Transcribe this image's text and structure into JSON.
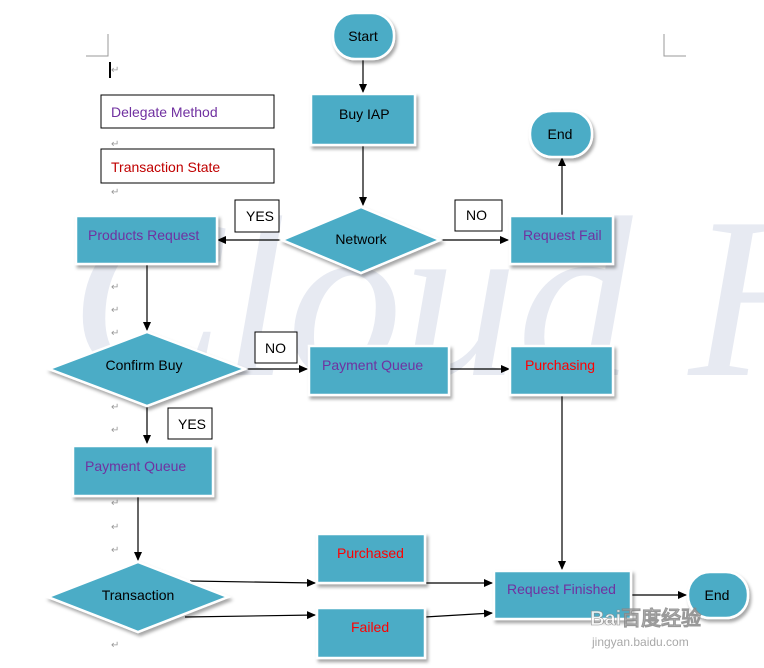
{
  "legend": {
    "delegate_method": "Delegate Method",
    "transaction_state": "Transaction State"
  },
  "nodes": {
    "start": "Start",
    "buy_iap": "Buy IAP",
    "end_top": "End",
    "network": "Network",
    "products_request": "Products Request",
    "request_fail": "Request Fail",
    "confirm_buy": "Confirm Buy",
    "payment_queue_right": "Payment Queue",
    "purchasing": "Purchasing",
    "payment_queue_left": "Payment Queue",
    "purchased": "Purchased",
    "transaction": "Transaction",
    "request_finished": "Request Finished",
    "failed": "Failed",
    "end_bottom": "End"
  },
  "labels": {
    "yes_network": "YES",
    "no_network": "NO",
    "no_confirm": "NO",
    "yes_confirm": "YES"
  },
  "paragraph_mark": "↵",
  "watermark": {
    "text": "Cloud Hsu",
    "baidu": "Bai百度经验",
    "baidu_url": "jingyan.baidu.com"
  },
  "colors": {
    "node_fill": "#4bacc6",
    "delegate_text": "#7030a0",
    "state_text": "#c00000",
    "request_text": "#ff0000",
    "node_stroke": "#ffffff"
  }
}
